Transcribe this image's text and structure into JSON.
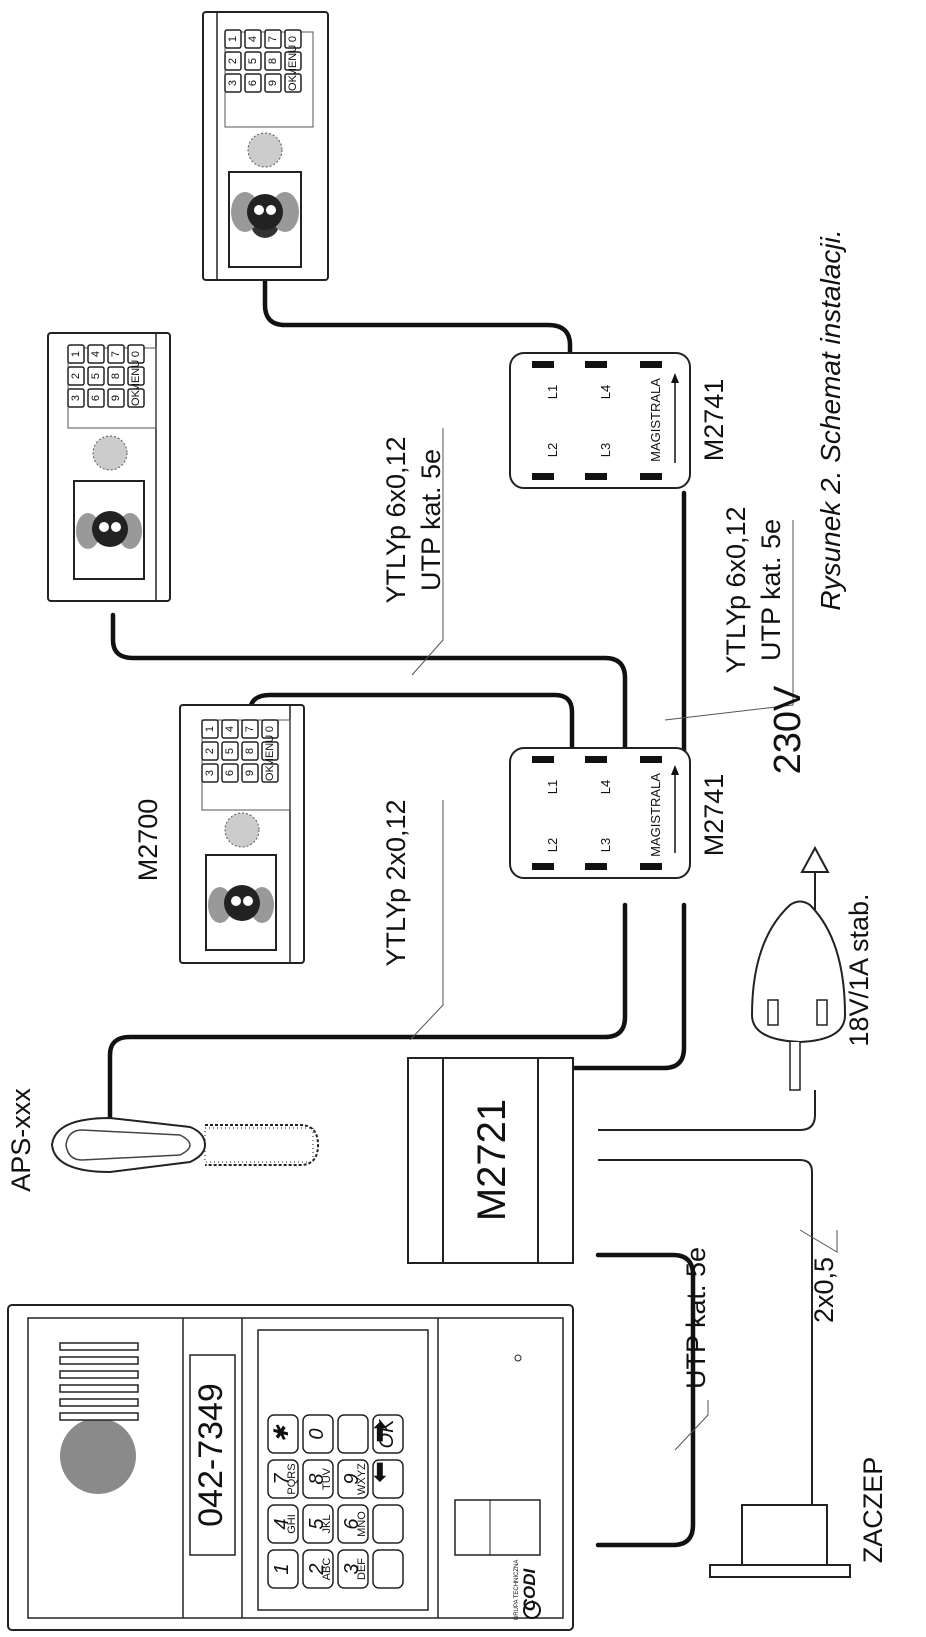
{
  "caption": "Rysunek 2.  Schemat instalacji.",
  "labels": {
    "monitor_model": "M2700",
    "handset_model": "APS-xxx",
    "panel_model": "M2721",
    "distributor_model": "M2741",
    "voltage": "230V",
    "supply": "18V/1A stab.",
    "lock": "ZACZEP",
    "wire_2x05": "2x0,5",
    "cable_utp_panel": "UTP kat. 5e",
    "cable_bus_upper_a": "YTLYp 6x0,12",
    "cable_bus_upper_b": "UTP kat. 5e",
    "cable_monitor_a": "YTLYp 6x0,12",
    "cable_monitor_b": "UTP kat. 5e",
    "cable_handset": "YTLYp 2x0,12"
  },
  "distributor_ports": {
    "l1": "L1",
    "l2": "L2",
    "l3": "L3",
    "l4": "L4",
    "bus": "MAGISTRALA"
  },
  "panel_display": "042-7349",
  "brand": "CODI",
  "brand_sub": "GRUPA TECHNICZNA",
  "monitor_keys": [
    "1",
    "2",
    "3",
    "4",
    "5",
    "6",
    "7",
    "8",
    "9",
    "0",
    "MENU",
    "OK"
  ],
  "panel_keys": {
    "row1": [
      "1",
      "4",
      "7"
    ],
    "row2": [
      "2",
      "5",
      "8",
      "0"
    ],
    "row3": [
      "3",
      "6",
      "9"
    ],
    "row4": [
      "OK"
    ],
    "sub_row1": [
      "",
      "GHI",
      "PQRS"
    ],
    "sub_row2": [
      "ABC",
      "JKL",
      "TUV",
      ""
    ],
    "sub_row3": [
      "DEF",
      "MNO",
      "WXYZ"
    ],
    "star": "✱"
  }
}
